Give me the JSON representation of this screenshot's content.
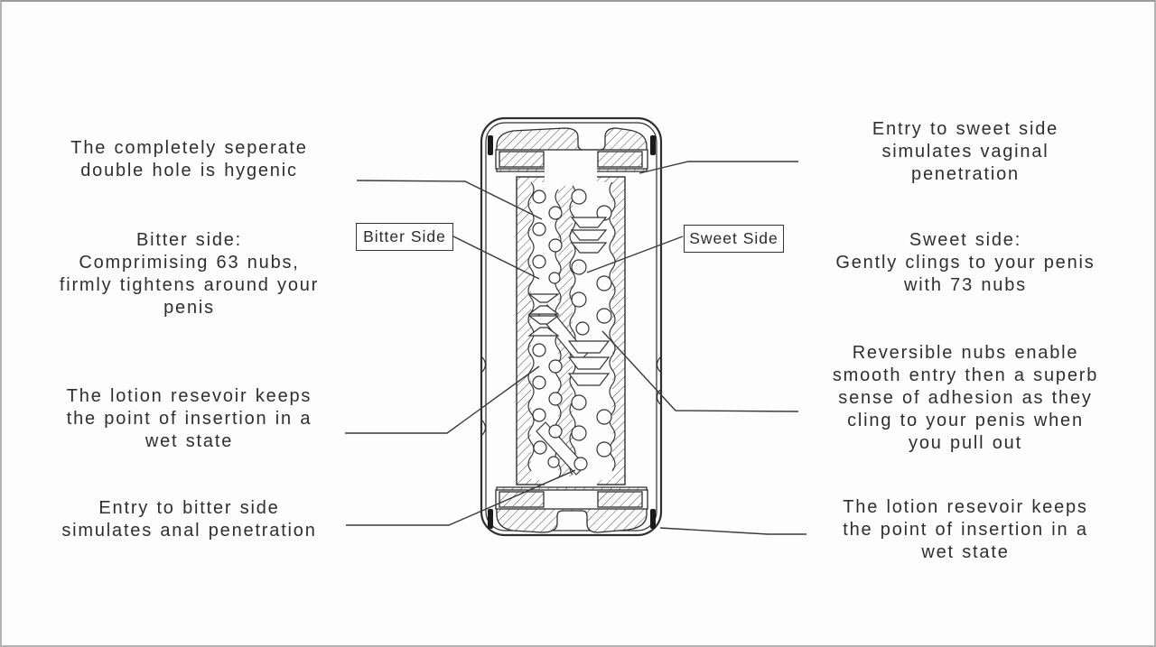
{
  "page": {
    "background_color": "#fdfdfd",
    "frame_color": "#b3b3b3",
    "ink_color": "#2f2f2f",
    "hatch_color": "#4a4a4a"
  },
  "figure": {
    "type": "product-cross-section-diagram",
    "side_tags": {
      "bitter": "Bitter Side",
      "sweet": "Sweet Side"
    },
    "stats": {
      "bitter_nub_count": "63",
      "sweet_nub_count": "73"
    },
    "callouts_left": [
      {
        "text": "The completely seperate\ndouble hole is hygenic"
      },
      {
        "text": "Bitter side:\nComprimising 63 nubs,\nfirmly tightens around your\npenis"
      },
      {
        "text": "The lotion resevoir keeps\nthe point of insertion in a\nwet state"
      },
      {
        "text": "Entry to bitter side\nsimulates anal penetration"
      }
    ],
    "callouts_right": [
      {
        "text": "Entry to sweet side\nsimulates vaginal\npenetration"
      },
      {
        "text": "Sweet side:\nGently clings to your penis\nwith 73 nubs"
      },
      {
        "text": "Reversible nubs enable\nsmooth entry then a superb\nsense of adhesion as they\ncling to your penis when\nyou pull out"
      },
      {
        "text": "The lotion resevoir keeps\nthe point of insertion in a\nwet state"
      }
    ]
  }
}
